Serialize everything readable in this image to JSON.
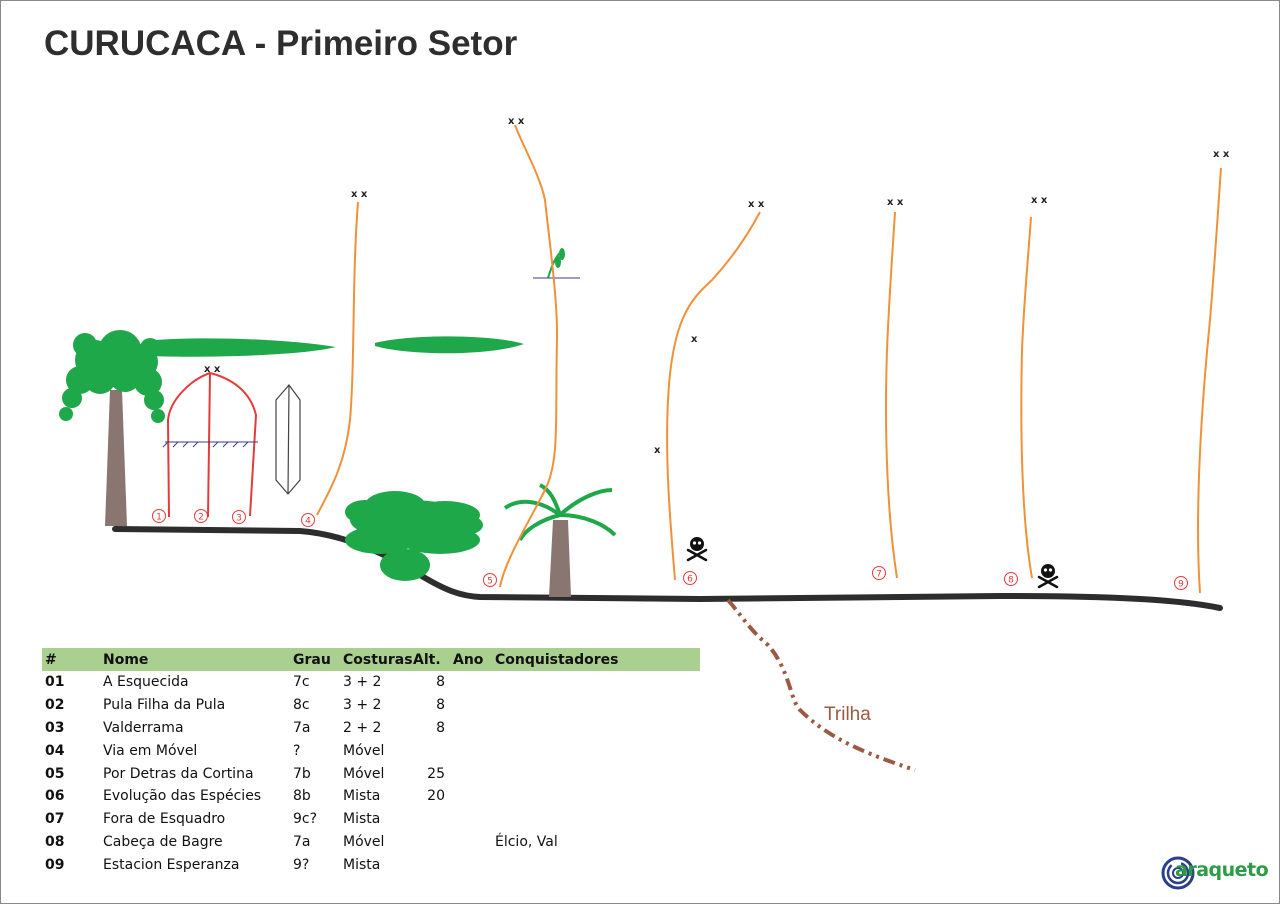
{
  "title": "CURUCACA - Primeiro Setor",
  "trail_label": "Trilha",
  "route_markers": [
    "1",
    "2",
    "3",
    "4",
    "5",
    "6",
    "7",
    "8",
    "9"
  ],
  "table": {
    "headers": [
      "#",
      "Nome",
      "Grau",
      "Costuras",
      "Alt.",
      "Ano",
      "Conquistadores"
    ],
    "rows": [
      {
        "num": "01",
        "nome": "A Esquecida",
        "grau": "7c",
        "costuras": "3 + 2",
        "alt": "8",
        "ano": "",
        "conquistadores": ""
      },
      {
        "num": "02",
        "nome": "Pula Filha da Pula",
        "grau": "8c",
        "costuras": "3 + 2",
        "alt": "8",
        "ano": "",
        "conquistadores": ""
      },
      {
        "num": "03",
        "nome": "Valderrama",
        "grau": "7a",
        "costuras": "2 + 2",
        "alt": "8",
        "ano": "",
        "conquistadores": ""
      },
      {
        "num": "04",
        "nome": "Via em Móvel",
        "grau": "?",
        "costuras": "Móvel",
        "alt": "",
        "ano": "",
        "conquistadores": ""
      },
      {
        "num": "05",
        "nome": "Por Detras da Cortina",
        "grau": "7b",
        "costuras": "Móvel",
        "alt": "25",
        "ano": "",
        "conquistadores": ""
      },
      {
        "num": "06",
        "nome": "Evolução das Espécies",
        "grau": "8b",
        "costuras": "Mista",
        "alt": "20",
        "ano": "",
        "conquistadores": ""
      },
      {
        "num": "07",
        "nome": "Fora de Esquadro",
        "grau": "9c?",
        "costuras": "Mista",
        "alt": "",
        "ano": "",
        "conquistadores": ""
      },
      {
        "num": "08",
        "nome": "Cabeça de Bagre",
        "grau": "7a",
        "costuras": "Móvel",
        "alt": "",
        "ano": "",
        "conquistadores": "Élcio, Val"
      },
      {
        "num": "09",
        "nome": "Estacion Esperanza",
        "grau": "9?",
        "costuras": "Mista",
        "alt": "",
        "ano": "",
        "conquistadores": ""
      }
    ]
  },
  "logo": {
    "text": "araqueto"
  },
  "colors": {
    "route_orange": "#f0913a",
    "route_red": "#e53a3a",
    "ground": "#2d2d2d",
    "trail": "#9b5a42",
    "foliage": "#1fa84a",
    "trunk": "#8a7670",
    "table_header": "#a9d08e"
  },
  "icons": {
    "anchor": "x-mark",
    "danger": "skull-crossbones-icon",
    "logo": "spiral-logo-icon"
  }
}
